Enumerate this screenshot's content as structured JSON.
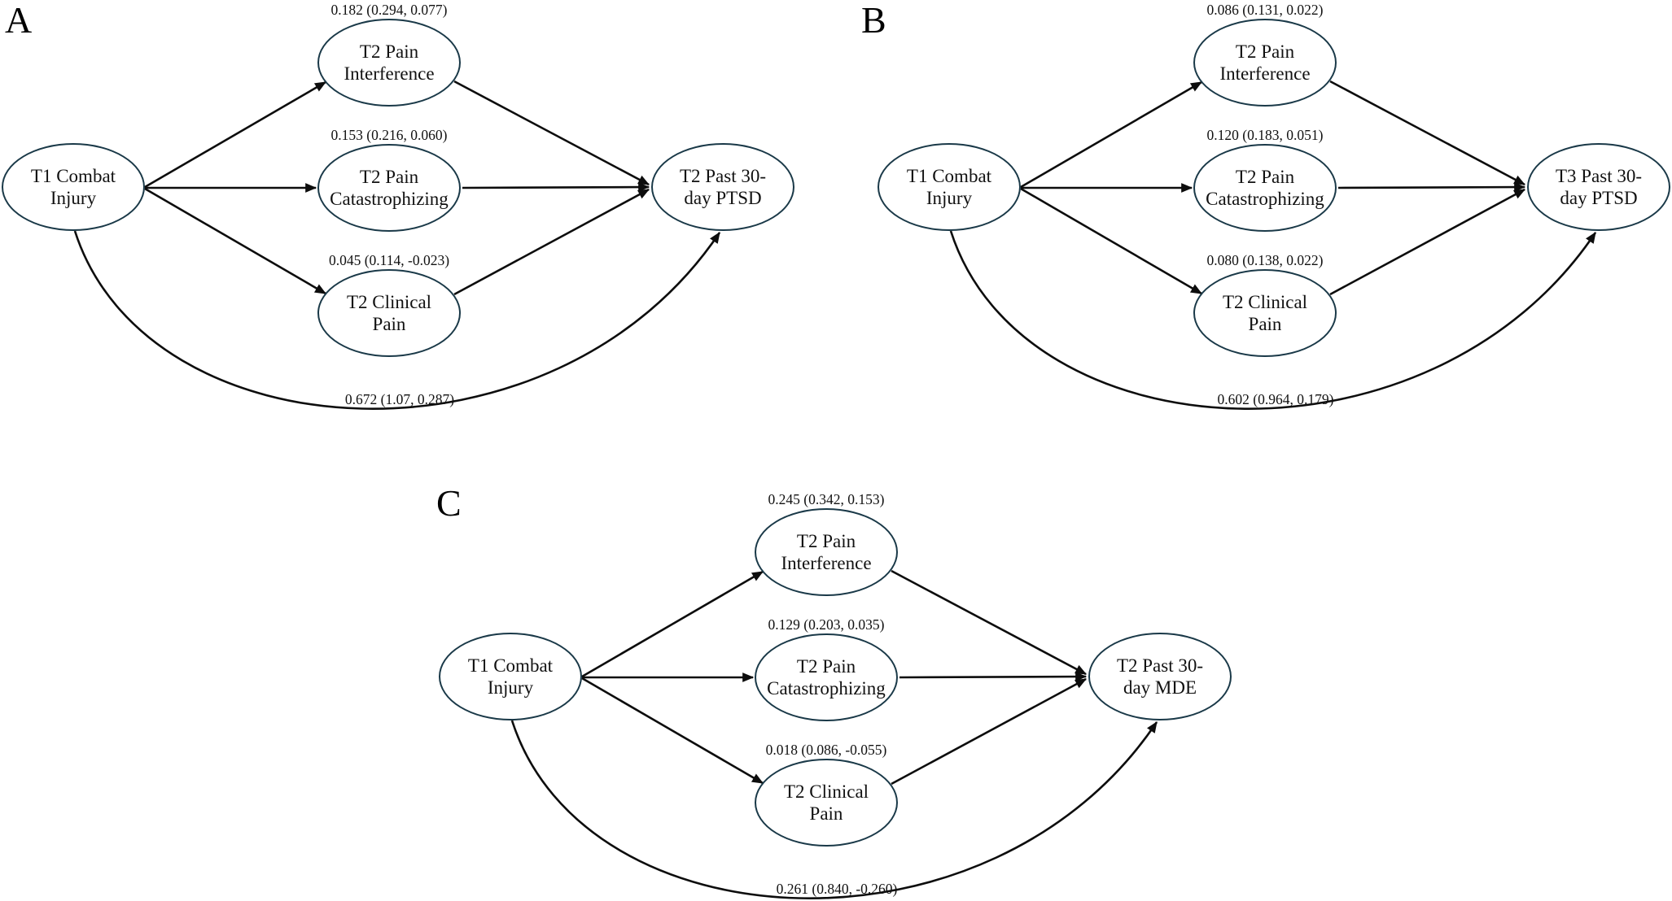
{
  "figure": {
    "colors": {
      "node_stroke": "#1a3948",
      "edge": "#0d0d0d"
    },
    "panels": [
      {
        "letter": "A",
        "predictor": "T1 Combat\nInjury",
        "mediators": [
          {
            "coef": "0.182 (0.294, 0.077)",
            "label": "T2 Pain\nInterference"
          },
          {
            "coef": "0.153 (0.216, 0.060)",
            "label": "T2 Pain\nCatastrophizing"
          },
          {
            "coef": "0.045 (0.114, -0.023)",
            "label": "T2 Clinical\nPain"
          }
        ],
        "outcome": "T2 Past 30-\nday PTSD",
        "direct_coef": "0.672 (1.07, 0.287)"
      },
      {
        "letter": "B",
        "predictor": "T1 Combat\nInjury",
        "mediators": [
          {
            "coef": "0.086 (0.131, 0.022)",
            "label": "T2 Pain\nInterference"
          },
          {
            "coef": "0.120 (0.183, 0.051)",
            "label": "T2 Pain\nCatastrophizing"
          },
          {
            "coef": "0.080 (0.138, 0.022)",
            "label": "T2 Clinical\nPain"
          }
        ],
        "outcome": "T3 Past 30-\nday PTSD",
        "direct_coef": "0.602 (0.964, 0.179)"
      },
      {
        "letter": "C",
        "predictor": "T1 Combat\nInjury",
        "mediators": [
          {
            "coef": "0.245 (0.342, 0.153)",
            "label": "T2 Pain\nInterference"
          },
          {
            "coef": "0.129 (0.203, 0.035)",
            "label": "T2 Pain\nCatastrophizing"
          },
          {
            "coef": "0.018 (0.086, -0.055)",
            "label": "T2 Clinical\nPain"
          }
        ],
        "outcome": "T2 Past 30-\nday MDE",
        "direct_coef": "0.261 (0.840, -0.260)"
      }
    ]
  }
}
